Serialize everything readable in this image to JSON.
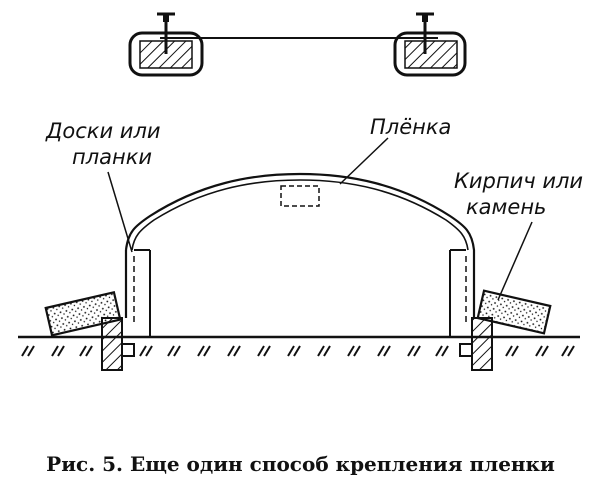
{
  "labels": {
    "boards": [
      "Доски или",
      "планки"
    ],
    "film": "Плёнка",
    "brick": [
      "Кирпич или",
      "камень"
    ]
  },
  "caption": "Рис. 5. Еще один способ крепления пленки",
  "colors": {
    "ink": "#111111",
    "paper": "#ffffff"
  }
}
